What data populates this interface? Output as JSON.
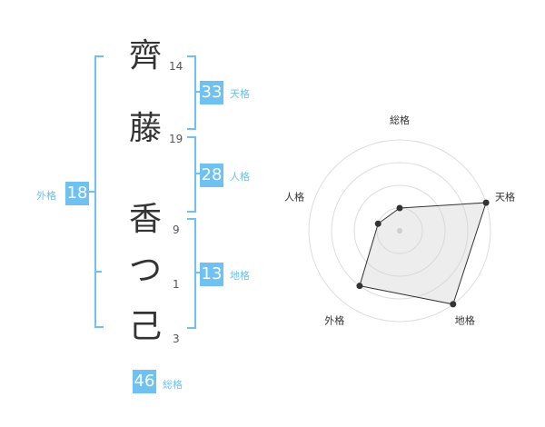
{
  "name_chars": [
    {
      "char": "齊",
      "strokes": "14"
    },
    {
      "char": "藤",
      "strokes": "19"
    },
    {
      "char": "香",
      "strokes": "9"
    },
    {
      "char": "つ",
      "strokes": "1"
    },
    {
      "char": "己",
      "strokes": "3"
    }
  ],
  "fortunes": {
    "tenkaku": {
      "value": "33",
      "label": "天格"
    },
    "jinkaku": {
      "value": "28",
      "label": "人格"
    },
    "chikaku": {
      "value": "13",
      "label": "地格"
    },
    "gaikaku": {
      "value": "18",
      "label": "外格"
    },
    "soukaku": {
      "value": "46",
      "label": "総格"
    }
  },
  "colors": {
    "accent": "#6ec1f0",
    "text": "#333333",
    "grid": "#dddddd"
  },
  "radar": {
    "axes": [
      "総格",
      "天格",
      "地格",
      "外格",
      "人格"
    ],
    "levels": 4,
    "max": 4,
    "values": [
      1,
      4,
      4,
      3,
      1
    ]
  }
}
